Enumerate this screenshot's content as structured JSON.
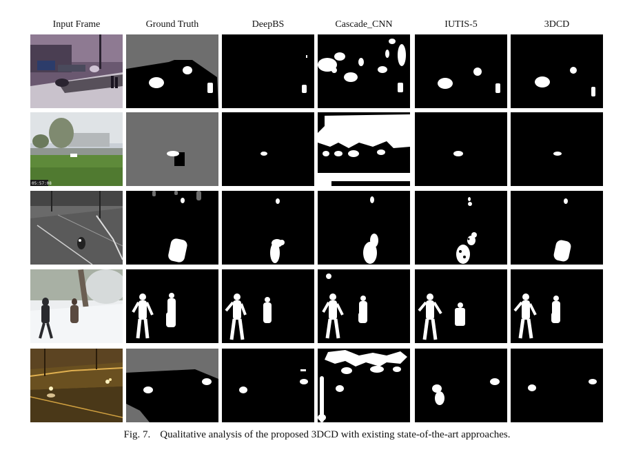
{
  "figure": {
    "columns": [
      "Input Frame",
      "Ground Truth",
      "DeepBS",
      "Cascade_CNN",
      "IUTIS-5",
      "3DCD"
    ],
    "frame_timestamp": "05:57:08",
    "caption_label": "Fig. 7.",
    "caption_text": "Qualitative analysis of the proposed 3DCD with existing state-of-the-art approaches."
  }
}
